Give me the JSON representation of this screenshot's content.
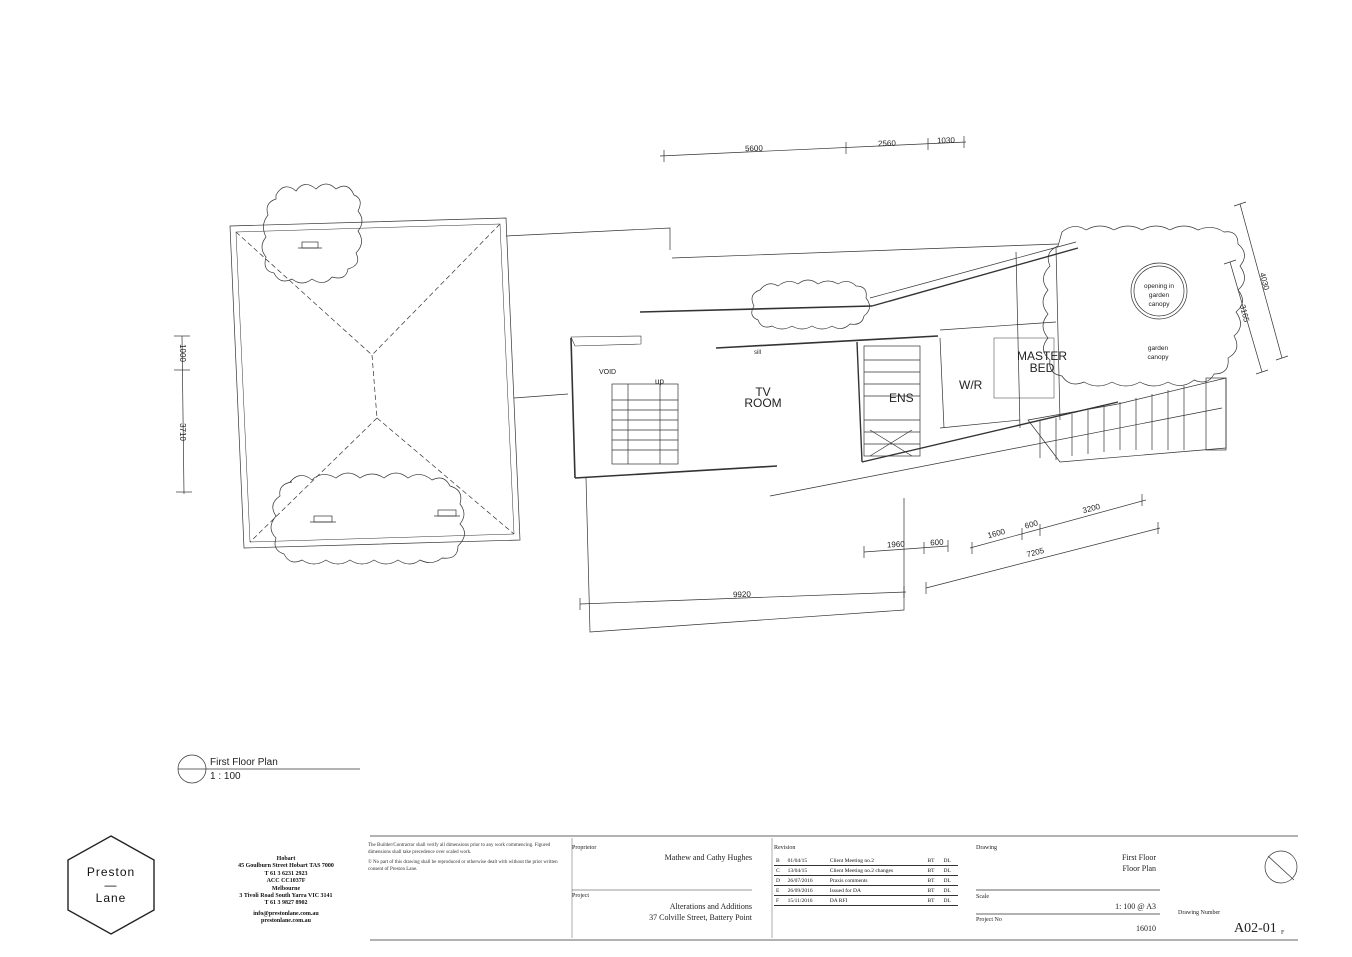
{
  "plan": {
    "rooms": {
      "void": "VOID",
      "up": "up",
      "tv_line1": "TV",
      "tv_line2": "ROOM",
      "ens": "ENS",
      "wr": "W/R",
      "master_line1": "MASTER",
      "master_line2": "BED",
      "opening_1": "opening in",
      "opening_2": "garden",
      "opening_3": "canopy",
      "garden_1": "garden",
      "garden_2": "canopy",
      "sill": "sill"
    },
    "dimensions": {
      "top_a": "5600",
      "top_b": "2560",
      "top_c": "1030",
      "left_a": "1000",
      "left_b": "3710",
      "right_a": "4030",
      "right_b": "3165",
      "bottom_main": "9920",
      "bottom_a": "1960",
      "bottom_b": "600",
      "bottom_c": "1600",
      "bottom_d": "600",
      "bottom_e": "3200",
      "bottom_total": "7205"
    },
    "title": "First Floor Plan",
    "scale": "1 : 100"
  },
  "title_block": {
    "logo_line1": "Preston",
    "logo_dash": "—",
    "logo_line2": "Lane",
    "office": {
      "hobart_title": "Hobart",
      "hobart_addr": "45 Goulburn Street Hobart TAS 7000",
      "hobart_phone": "T 61 3 6231 2923",
      "hobart_acc": "ACC CC1037F",
      "melb_title": "Melbourne",
      "melb_addr": "3 Tivoli Road South Yarra VIC 3141",
      "melb_phone": "T 61 3 9827 8902",
      "email": "info@prestonlane.com.au",
      "web": "prestonlane.com.au"
    },
    "note1": "The Builder/Contractor shall verify all dimensions prior to any work commencing. Figured dimensions shall take precedence over scaled work.",
    "note2": "© No part of this drawing shall be reproduced or otherwise dealt with without the prior written consent of Preston Lane.",
    "proprietor_label": "Proprietor",
    "proprietor": "Mathew and Cathy Hughes",
    "project_label": "Project",
    "project_line1": "Alterations and Additions",
    "project_line2": "37 Colville Street, Battery Point",
    "revision_label": "Revision",
    "revisions": [
      {
        "rev": "B",
        "date": "01/04/15",
        "desc": "Client Meeting no.2",
        "by": "BT",
        "chk": "DL"
      },
      {
        "rev": "C",
        "date": "13/04/15",
        "desc": "Client Meeting no.2 changes",
        "by": "BT",
        "chk": "DL"
      },
      {
        "rev": "D",
        "date": "26/07/2016",
        "desc": "Praxis comments",
        "by": "BT",
        "chk": "DL"
      },
      {
        "rev": "E",
        "date": "26/09/2016",
        "desc": "Issued for DA",
        "by": "BT",
        "chk": "DL"
      },
      {
        "rev": "F",
        "date": "15/11/2016",
        "desc": "DA RFI",
        "by": "BT",
        "chk": "DL"
      }
    ],
    "drawing_label": "Drawing",
    "drawing_line1": "First Floor",
    "drawing_line2": "Floor Plan",
    "scale_label": "Scale",
    "scale_value": "1: 100 @ A3",
    "project_no_label": "Project No",
    "project_no": "16010",
    "drawing_number_label": "Drawing Number",
    "drawing_number": "A02-01",
    "drawing_rev": "F"
  }
}
